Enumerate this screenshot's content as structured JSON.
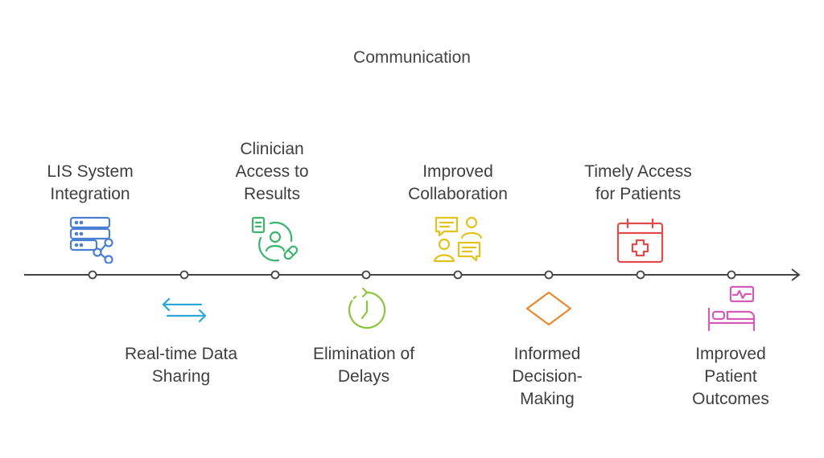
{
  "title": "Communication",
  "steps": [
    {
      "label": "LIS System\nIntegration",
      "icon": "server-network-icon",
      "color": "#4a7fd4",
      "side": "top"
    },
    {
      "label": "Real-time Data\nSharing",
      "icon": "exchange-arrows-icon",
      "color": "#2aa8d8",
      "side": "bottom"
    },
    {
      "label": "Clinician\nAccess to\nResults",
      "icon": "clinician-access-icon",
      "color": "#3bb56c",
      "side": "top"
    },
    {
      "label": "Elimination of\nDelays",
      "icon": "clock-icon",
      "color": "#8cc63f",
      "side": "bottom"
    },
    {
      "label": "Improved\nCollaboration",
      "icon": "collaboration-icon",
      "color": "#e3c21b",
      "side": "top"
    },
    {
      "label": "Informed\nDecision-\nMaking",
      "icon": "decision-diamond-icon",
      "color": "#e8892e",
      "side": "bottom"
    },
    {
      "label": "Timely Access\nfor Patients",
      "icon": "medical-calendar-icon",
      "color": "#e04b4b",
      "side": "top"
    },
    {
      "label": "Improved\nPatient\nOutcomes",
      "icon": "patient-bed-icon",
      "color": "#d65bb6",
      "side": "bottom"
    }
  ]
}
